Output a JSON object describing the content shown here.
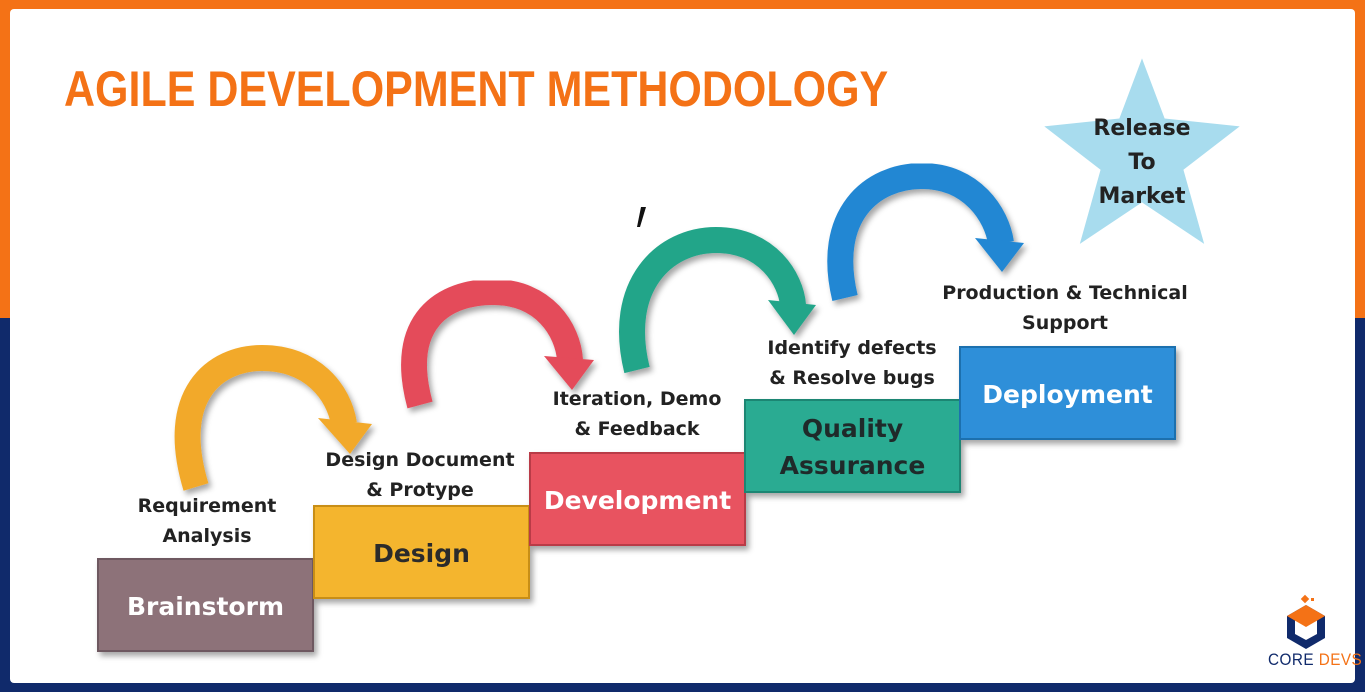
{
  "title": "AGILE DEVELOPMENT METHODOLOGY",
  "steps": [
    {
      "label": "Brainstorm",
      "color": "#8d7279",
      "text_color": "#ffffff"
    },
    {
      "label": "Design",
      "color": "#f4b52f",
      "text_color": "#2b2b2b"
    },
    {
      "label": "Development",
      "color": "#e85260",
      "text_color": "#ffffff"
    },
    {
      "label_lines": [
        "Quality",
        "Assurance"
      ],
      "color": "#2cab92",
      "text_color": "#1f2a2a"
    },
    {
      "label": "Deployment",
      "color": "#2d8fd9",
      "text_color": "#ffffff"
    }
  ],
  "annotations": [
    {
      "lines": [
        "Requirement",
        "Analysis"
      ]
    },
    {
      "lines": [
        "Design Document",
        "& Protype"
      ]
    },
    {
      "lines": [
        "Iteration, Demo",
        "& Feedback"
      ]
    },
    {
      "lines": [
        "Identify defects",
        "& Resolve bugs"
      ]
    },
    {
      "lines": [
        "Production & Technical",
        "Support"
      ]
    }
  ],
  "release_star": {
    "lines": [
      "Release",
      "To",
      "Market"
    ],
    "color": "#a8dcee"
  },
  "arrow_colors": [
    "#f2a92c",
    "#e44b5a",
    "#22a589",
    "#2287d3"
  ],
  "logo": {
    "word1": "CORE",
    "word2": "DEVS"
  },
  "colors": {
    "accent": "#f47216",
    "navy": "#102a6b"
  }
}
